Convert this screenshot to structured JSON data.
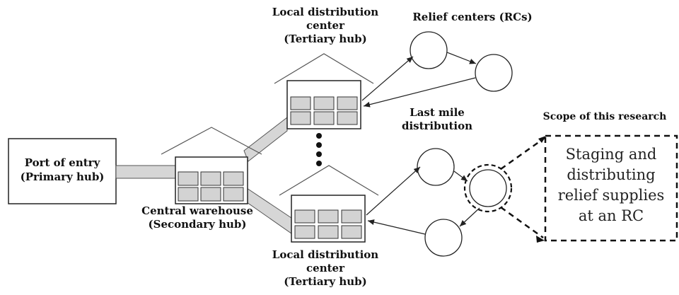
{
  "port": {
    "line1": "Port of entry",
    "line2": "(Primary hub)"
  },
  "central": {
    "line1": "Central warehouse",
    "line2": "(Secondary hub)"
  },
  "ldc_top": {
    "line1": "Local distribution",
    "line2": "center",
    "line3": "(Tertiary hub)"
  },
  "ldc_bottom": {
    "line1": "Local distribution",
    "line2": "center",
    "line3": "(Tertiary hub)"
  },
  "relief_centers": "Relief centers (RCs)",
  "last_mile": {
    "line1": "Last mile",
    "line2": "distribution"
  },
  "scope": {
    "title": "Scope of this research",
    "lines": [
      "Staging and",
      "distributing",
      "relief supplies",
      "at an RC"
    ]
  },
  "colors": {
    "stroke": "#222222",
    "fill_gray": "#d3d3d3",
    "connector": "#d6d6d6"
  }
}
